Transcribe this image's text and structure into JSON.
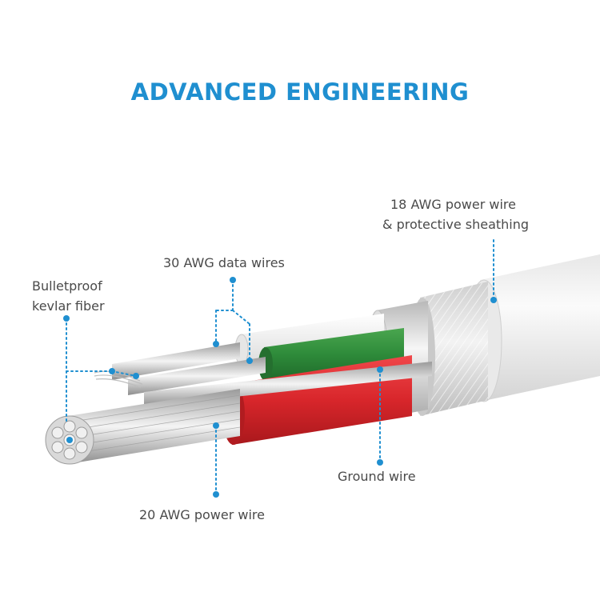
{
  "title": "ADVANCED ENGINEERING",
  "labels": {
    "power_sheath_line1": "18 AWG power wire",
    "power_sheath_line2": "& protective sheathing",
    "data_wires": "30 AWG data wires",
    "kevlar_line1": "Bulletproof",
    "kevlar_line2": "kevlar fiber",
    "ground_wire": "Ground wire",
    "power_wire_20": "20 AWG power wire"
  },
  "colors": {
    "accent": "#1f8fd0",
    "label_text": "#4a4a4a",
    "green_insulation": "#2e8b3a",
    "red_insulation": "#d8262b",
    "cable_jacket": "#f2f2f2",
    "braid": "#d9d9d9",
    "copper": "#c7c7c7"
  }
}
